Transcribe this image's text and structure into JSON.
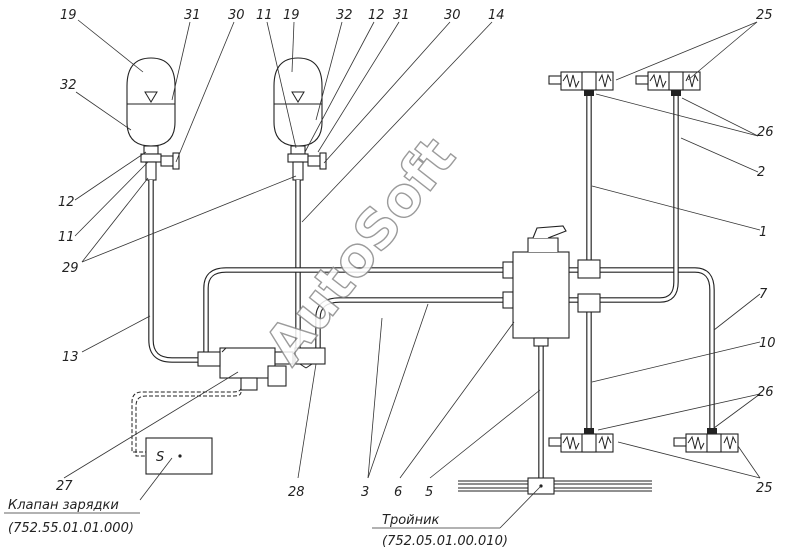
{
  "callouts": [
    {
      "id": "c19a",
      "text": "19"
    },
    {
      "id": "c31a",
      "text": "31"
    },
    {
      "id": "c30a",
      "text": "30"
    },
    {
      "id": "c11a",
      "text": "11"
    },
    {
      "id": "c19b",
      "text": "19"
    },
    {
      "id": "c32b",
      "text": "32"
    },
    {
      "id": "c12b",
      "text": "12"
    },
    {
      "id": "c31b",
      "text": "31"
    },
    {
      "id": "c30b",
      "text": "30"
    },
    {
      "id": "c14",
      "text": "14"
    },
    {
      "id": "c25a",
      "text": "25"
    },
    {
      "id": "c32a",
      "text": "32"
    },
    {
      "id": "c26a",
      "text": "26"
    },
    {
      "id": "c2",
      "text": "2"
    },
    {
      "id": "c12a",
      "text": "12"
    },
    {
      "id": "c11b",
      "text": "11"
    },
    {
      "id": "c1",
      "text": "1"
    },
    {
      "id": "c29",
      "text": "29"
    },
    {
      "id": "c7",
      "text": "7"
    },
    {
      "id": "c13",
      "text": "13"
    },
    {
      "id": "c10",
      "text": "10"
    },
    {
      "id": "c26b",
      "text": "26"
    },
    {
      "id": "c27",
      "text": "27"
    },
    {
      "id": "c28",
      "text": "28"
    },
    {
      "id": "c3",
      "text": "3"
    },
    {
      "id": "c6",
      "text": "6"
    },
    {
      "id": "c5",
      "text": "5"
    },
    {
      "id": "c25b",
      "text": "25"
    }
  ],
  "captions": {
    "valve_name": "Клапан зарядки",
    "valve_code": "(752.55.01.01.000)",
    "tee_name": "Тройник",
    "tee_code": "(752.05.01.00.010)"
  },
  "valve_symbol": "S",
  "watermark": "AutoSoft"
}
